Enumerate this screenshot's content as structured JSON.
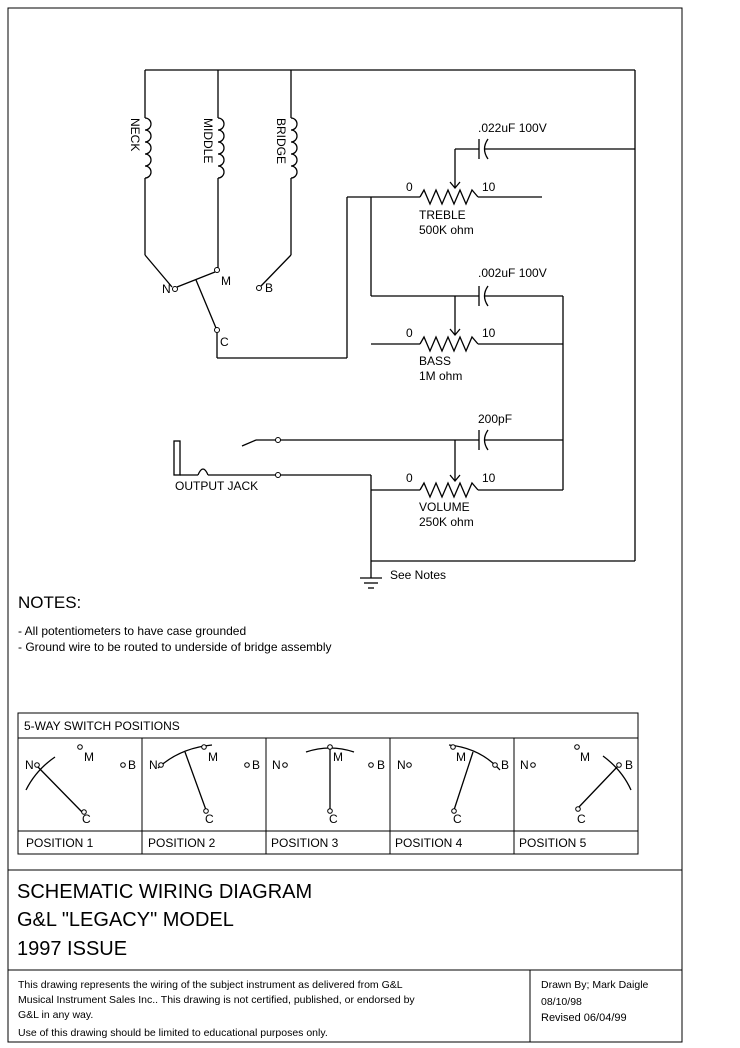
{
  "pickups": {
    "neck": "NECK",
    "middle": "MIDDLE",
    "bridge": "BRIDGE"
  },
  "switch": {
    "n": "N",
    "m": "M",
    "b": "B",
    "c": "C"
  },
  "treble": {
    "cap": ".022uF 100V",
    "min": "0",
    "max": "10",
    "name": "TREBLE",
    "value": "500K ohm"
  },
  "bass": {
    "cap": ".002uF 100V",
    "min": "0",
    "max": "10",
    "name": "BASS",
    "value": "1M ohm"
  },
  "volume": {
    "cap": "200pF",
    "min": "0",
    "max": "10",
    "name": "VOLUME",
    "value": "250K ohm"
  },
  "jack_label": "OUTPUT JACK",
  "ground_label": "See Notes",
  "notes": {
    "heading": "NOTES:",
    "lines": [
      "- All potentiometers to have case grounded",
      "- Ground wire to be routed to underside of bridge assembly"
    ]
  },
  "switch_positions": {
    "title": "5-WAY SWITCH POSITIONS",
    "positions": [
      "POSITION 1",
      "POSITION 2",
      "POSITION 3",
      "POSITION 4",
      "POSITION 5"
    ]
  },
  "title": {
    "line1": "SCHEMATIC WIRING DIAGRAM",
    "line2": "G&L \"LEGACY\" MODEL",
    "line3": "1997 ISSUE"
  },
  "disclaimer": {
    "line1": "This drawing represents the wiring of the subject instrument as delivered from G&L",
    "line2": "Musical Instrument Sales Inc.. This drawing is not certified, published, or endorsed by",
    "line3": "G&L in any way.",
    "line4": "Use of this drawing should be limited to educational purposes only."
  },
  "credits": {
    "drawn_by": "Drawn By; Mark Daigle",
    "date": "08/10/98",
    "revised": "Revised 06/04/99"
  }
}
